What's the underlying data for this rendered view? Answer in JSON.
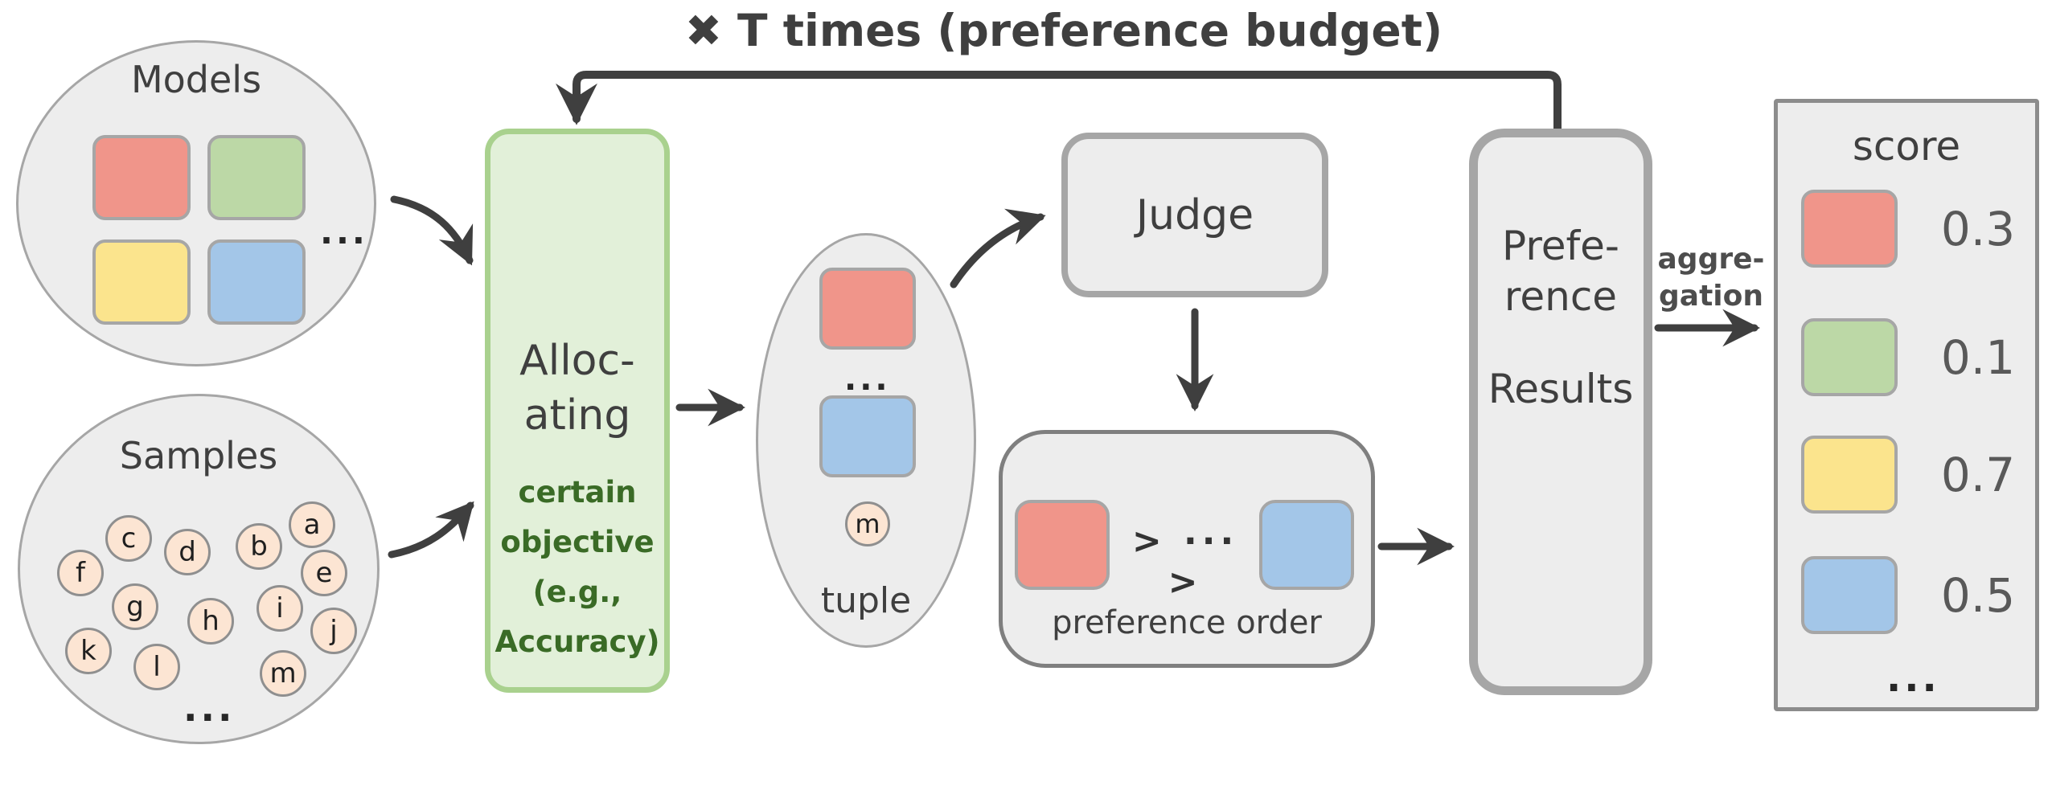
{
  "loop_label": "✖ T times (preference budget)",
  "models": {
    "label": "Models",
    "ellipsis": "...",
    "swatches": [
      "red",
      "green",
      "yellow",
      "blue"
    ]
  },
  "samples": {
    "label": "Samples",
    "items": [
      "a",
      "b",
      "c",
      "d",
      "e",
      "f",
      "g",
      "h",
      "i",
      "j",
      "k",
      "l",
      "m"
    ],
    "ellipsis": "..."
  },
  "allocating": {
    "line1": "Alloc-",
    "line2": "ating",
    "objective": [
      "certain",
      "objective",
      "(e.g.,",
      "Accuracy)"
    ]
  },
  "tuple": {
    "ellipsis": "...",
    "sample_label": "m",
    "label": "tuple"
  },
  "judge": {
    "label": "Judge"
  },
  "preference_order": {
    "separator": "> ··· >",
    "label": "preference order"
  },
  "preference_results": {
    "line1": "Prefe-",
    "line2": "rence",
    "line3": "Results"
  },
  "aggregation": {
    "line1": "aggre-",
    "line2": "gation"
  },
  "score": {
    "title": "score",
    "rows": [
      {
        "model": "red",
        "color": "#f0958a",
        "value": "0.3"
      },
      {
        "model": "green",
        "color": "#bcd8a6",
        "value": "0.1"
      },
      {
        "model": "yellow",
        "color": "#fbe48d",
        "value": "0.7"
      },
      {
        "model": "blue",
        "color": "#a3c6e8",
        "value": "0.5"
      }
    ],
    "ellipsis": "..."
  },
  "colors": {
    "red": "#f0958a",
    "green": "#bcd8a6",
    "yellow": "#fbe48d",
    "blue": "#a3c6e8",
    "peach_sample": "#fce5d3",
    "node_fill": "#ededed",
    "node_border": "#a6a6a6",
    "alloc_fill": "#e2f0d9",
    "alloc_border": "#a9d18e",
    "objective_text": "#3a6b26",
    "arrow": "#3f3f3f"
  }
}
